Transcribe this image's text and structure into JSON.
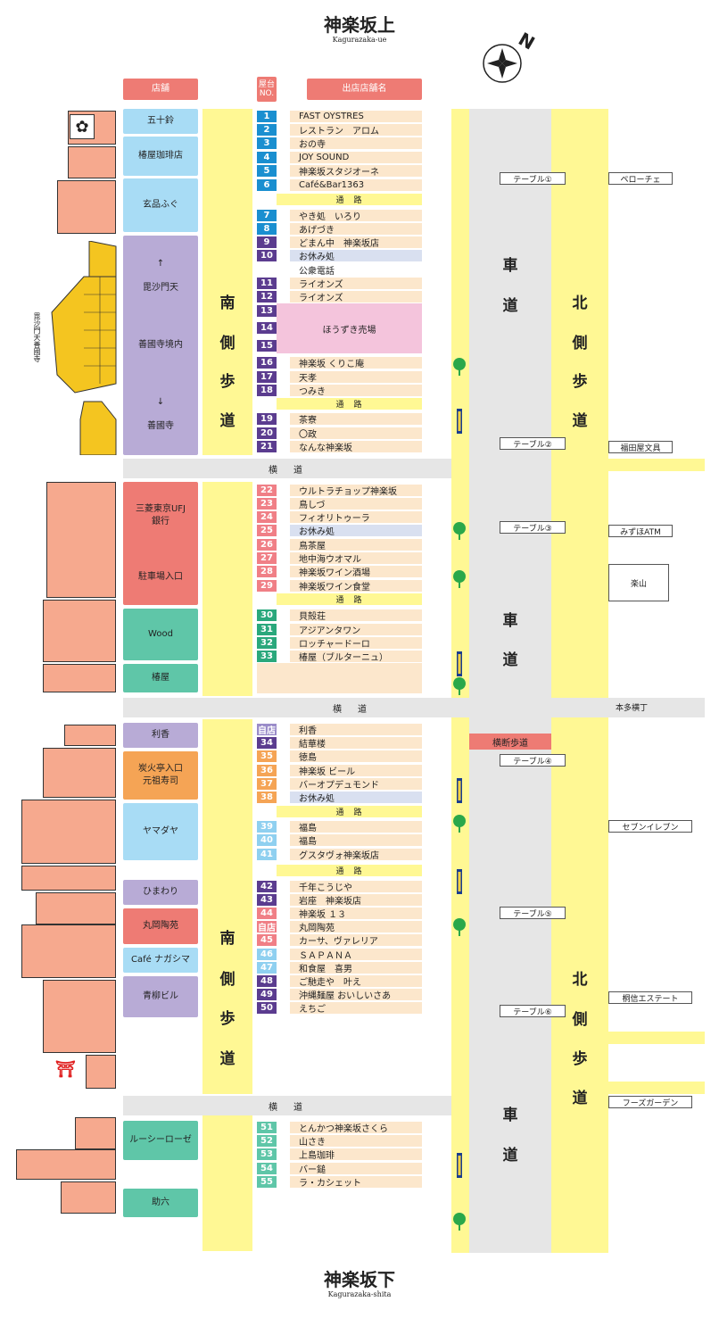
{
  "title": "神楽坂上",
  "title_sub": "Kagurazaka-ue",
  "footer_title": "神楽坂下",
  "footer_sub": "Kagurazaka-shita",
  "compass_letter": "N",
  "headers": {
    "shop": "店舗",
    "stall_no": "屋台\nNO.",
    "stall_name": "出店店舗名"
  },
  "temple_label": "毘沙門天善國寺",
  "colors": {
    "walkway": "#fff894",
    "road": "#e6e6e6",
    "building": "#f6a98e",
    "header": "#ee7b74"
  },
  "south_walkway_label": [
    "南",
    "側",
    "歩",
    "道"
  ],
  "north_walkway_label": [
    "北",
    "側",
    "歩",
    "道"
  ],
  "roadway_label": [
    "車",
    "道"
  ],
  "passage_label": "通　路",
  "yokodo_label": "横　道",
  "crosswalk_label": "横断歩道",
  "honda_yokocho": "本多横丁",
  "shops": [
    {
      "label": "五十鈴",
      "color": "#a8dcf5"
    },
    {
      "label": "椿屋珈琲店",
      "color": "#a8dcf5"
    },
    {
      "label": "玄品ふぐ",
      "color": "#a8dcf5"
    },
    {
      "label": "↑",
      "color": "#b8abd6"
    },
    {
      "label": "毘沙門天",
      "color": "#b8abd6"
    },
    {
      "label": "善國寺境内",
      "color": "#b8abd6"
    },
    {
      "label": "↓",
      "color": "#b8abd6"
    },
    {
      "label": "善國寺",
      "color": "#b8abd6"
    },
    {
      "label": "三菱東京UFJ\n銀行",
      "color": "#ee7b74"
    },
    {
      "label": "駐車場入口",
      "color": "#ee7b74"
    },
    {
      "label": "Wood",
      "color": "#5fc6a8"
    },
    {
      "label": "椿屋",
      "color": "#5fc6a8"
    },
    {
      "label": "利香",
      "color": "#b8abd6"
    },
    {
      "label": "炭火亭入口\n元祖寿司",
      "color": "#f5a455"
    },
    {
      "label": "ヤマダヤ",
      "color": "#a8dcf5"
    },
    {
      "label": "ひまわり",
      "color": "#b8abd6"
    },
    {
      "label": "丸岡陶苑",
      "color": "#ee7b74"
    },
    {
      "label": "Café ナガシマ",
      "color": "#a8dcf5"
    },
    {
      "label": "青柳ビル",
      "color": "#b8abd6"
    },
    {
      "label": "ルーシーローゼ",
      "color": "#5fc6a8"
    },
    {
      "label": "助六",
      "color": "#5fc6a8"
    }
  ],
  "stalls": [
    {
      "no": "1",
      "name": "FAST OYSTRES",
      "c": "#1a8fd0"
    },
    {
      "no": "2",
      "name": "レストラン　アロム",
      "c": "#1a8fd0"
    },
    {
      "no": "3",
      "name": "おの寺",
      "c": "#1a8fd0"
    },
    {
      "no": "4",
      "name": "JOY SOUND",
      "c": "#1a8fd0"
    },
    {
      "no": "5",
      "name": "神楽坂スタジオーネ",
      "c": "#1a8fd0"
    },
    {
      "no": "6",
      "name": "Café&Bar1363",
      "c": "#1a8fd0"
    },
    {
      "no": "7",
      "name": "やき処　いろり",
      "c": "#1a8fd0"
    },
    {
      "no": "8",
      "name": "あげづき",
      "c": "#1a8fd0"
    },
    {
      "no": "9",
      "name": "どまん中　神楽坂店",
      "c": "#5b3c8f"
    },
    {
      "no": "10",
      "name": "お休み処",
      "c": "#5b3c8f"
    },
    {
      "no": "",
      "name": "公衆電話",
      "c": ""
    },
    {
      "no": "11",
      "name": "ライオンズ",
      "c": "#5b3c8f"
    },
    {
      "no": "12",
      "name": "ライオンズ",
      "c": "#5b3c8f"
    },
    {
      "no": "13",
      "name": "",
      "c": "#5b3c8f"
    },
    {
      "no": "14",
      "name": "ほうずき売場",
      "c": "#5b3c8f"
    },
    {
      "no": "15",
      "name": "",
      "c": "#5b3c8f"
    },
    {
      "no": "16",
      "name": "神楽坂 くりこ庵",
      "c": "#5b3c8f"
    },
    {
      "no": "17",
      "name": "天孝",
      "c": "#5b3c8f"
    },
    {
      "no": "18",
      "name": "つみき",
      "c": "#5b3c8f"
    },
    {
      "no": "19",
      "name": "茶寮",
      "c": "#5b3c8f"
    },
    {
      "no": "20",
      "name": "〇政",
      "c": "#5b3c8f"
    },
    {
      "no": "21",
      "name": "なんな神楽坂",
      "c": "#5b3c8f"
    },
    {
      "no": "22",
      "name": "ウルトラチョップ神楽坂",
      "c": "#f07f86"
    },
    {
      "no": "23",
      "name": "鳥しづ",
      "c": "#f07f86"
    },
    {
      "no": "24",
      "name": "フィオリトゥーラ",
      "c": "#f07f86"
    },
    {
      "no": "25",
      "name": "お休み処",
      "c": "#f07f86"
    },
    {
      "no": "26",
      "name": "鳥茶屋",
      "c": "#f07f86"
    },
    {
      "no": "27",
      "name": "地中海ウオマル",
      "c": "#f07f86"
    },
    {
      "no": "28",
      "name": "神楽坂ワイン酒場",
      "c": "#f07f86"
    },
    {
      "no": "29",
      "name": "神楽坂ワイン食堂",
      "c": "#f07f86"
    },
    {
      "no": "30",
      "name": "貝殻荘",
      "c": "#2aa87c"
    },
    {
      "no": "31",
      "name": "アジアンタワン",
      "c": "#2aa87c"
    },
    {
      "no": "32",
      "name": "ロッチャードーロ",
      "c": "#2aa87c"
    },
    {
      "no": "33",
      "name": "椿屋（ブルターニュ）",
      "c": "#2aa87c"
    },
    {
      "no": "自店",
      "name": "利香",
      "c": "#9a8cc9"
    },
    {
      "no": "34",
      "name": "結華楼",
      "c": "#5b3c8f"
    },
    {
      "no": "35",
      "name": "徳島",
      "c": "#f5a455"
    },
    {
      "no": "36",
      "name": "神楽坂 ビール",
      "c": "#f5a455"
    },
    {
      "no": "37",
      "name": "バーオプデュモンド",
      "c": "#f5a455"
    },
    {
      "no": "38",
      "name": "お休み処",
      "c": "#f5a455"
    },
    {
      "no": "39",
      "name": "福島",
      "c": "#8fd0f0"
    },
    {
      "no": "40",
      "name": "福島",
      "c": "#8fd0f0"
    },
    {
      "no": "41",
      "name": "グスタヴォ神楽坂店",
      "c": "#8fd0f0"
    },
    {
      "no": "42",
      "name": "千年こうじや",
      "c": "#5b3c8f"
    },
    {
      "no": "43",
      "name": "岩座　神楽坂店",
      "c": "#5b3c8f"
    },
    {
      "no": "44",
      "name": "神楽坂 １３",
      "c": "#f07f86"
    },
    {
      "no": "自店",
      "name": "丸岡陶苑",
      "c": "#f07f86"
    },
    {
      "no": "45",
      "name": "カーサ、ヴァレリア",
      "c": "#f07f86"
    },
    {
      "no": "46",
      "name": "ＳＡＰＡＮＡ",
      "c": "#8fd0f0"
    },
    {
      "no": "47",
      "name": "和食屋　喜男",
      "c": "#8fd0f0"
    },
    {
      "no": "48",
      "name": "ご馳走や　叶え",
      "c": "#5b3c8f"
    },
    {
      "no": "49",
      "name": "沖縄麺屋 おいしいさあ",
      "c": "#5b3c8f"
    },
    {
      "no": "50",
      "name": "えちご",
      "c": "#5b3c8f"
    },
    {
      "no": "51",
      "name": "とんかつ神楽坂さくら",
      "c": "#5fc6a8"
    },
    {
      "no": "52",
      "name": "山さき",
      "c": "#5fc6a8"
    },
    {
      "no": "53",
      "name": "上島珈琲",
      "c": "#5fc6a8"
    },
    {
      "no": "54",
      "name": "バー鎚",
      "c": "#5fc6a8"
    },
    {
      "no": "55",
      "name": "ラ・カシェット",
      "c": "#5fc6a8"
    }
  ],
  "tables": [
    "テーブル①",
    "テーブル②",
    "テーブル③",
    "テーブル④",
    "テーブル⑤",
    "テーブル⑥"
  ],
  "north_shops": [
    "ペローチェ",
    "福田屋文具",
    "みずほATM",
    "楽山",
    "セブンイレブン",
    "桐信エステート",
    "フーズガーデン"
  ]
}
